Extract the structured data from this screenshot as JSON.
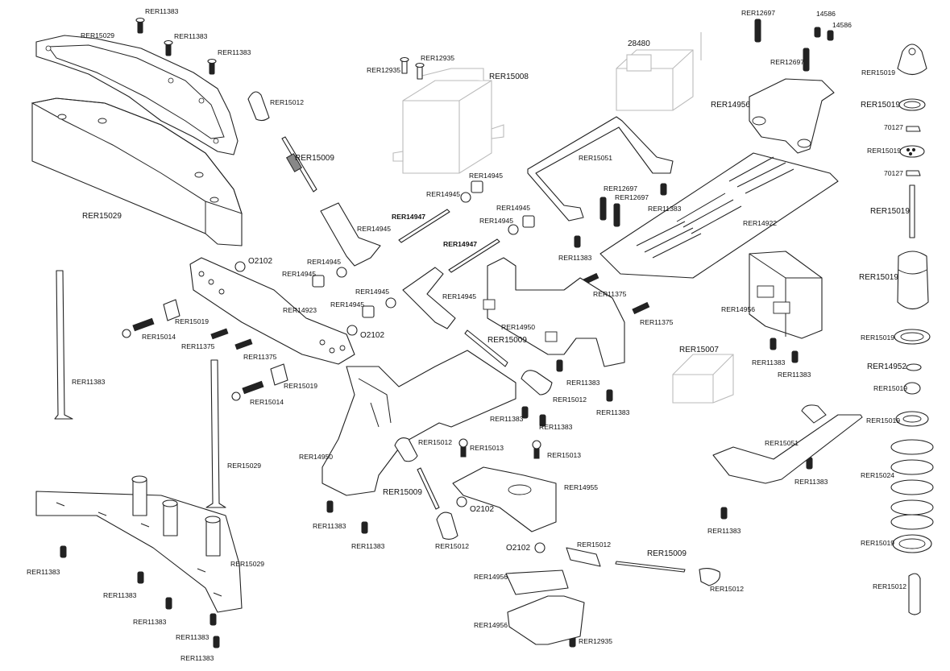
{
  "callouts": [
    {
      "text": "RER11383"
    },
    {
      "text": "RER15029"
    },
    {
      "text": "RER11383"
    },
    {
      "text": "RER11383"
    },
    {
      "text": "RER15012"
    },
    {
      "text": "RER15009"
    },
    {
      "text": "RER15029"
    },
    {
      "text": "RER12935"
    },
    {
      "text": "RER12935"
    },
    {
      "text": "RER15008"
    },
    {
      "text": "28480"
    },
    {
      "text": "RER12697"
    },
    {
      "text": "14586"
    },
    {
      "text": "14586"
    },
    {
      "text": "RER12697"
    },
    {
      "text": "RER14956"
    },
    {
      "text": "RER15051"
    },
    {
      "text": "RER14945"
    },
    {
      "text": "RER14945"
    },
    {
      "text": "RER14945"
    },
    {
      "text": "RER14945"
    },
    {
      "text": "RER14947"
    },
    {
      "text": "RER14945"
    },
    {
      "text": "RER14947"
    },
    {
      "text": "RER12697"
    },
    {
      "text": "RER12697"
    },
    {
      "text": "RER11383"
    },
    {
      "text": "RER14922"
    },
    {
      "text": "RER11383"
    },
    {
      "text": "O2102"
    },
    {
      "text": "RER14945"
    },
    {
      "text": "RER14945"
    },
    {
      "text": "RER14945"
    },
    {
      "text": "RER14945"
    },
    {
      "text": "RER14945"
    },
    {
      "text": "RER14923"
    },
    {
      "text": "O2102"
    },
    {
      "text": "RER15019"
    },
    {
      "text": "RER15014"
    },
    {
      "text": "RER11375"
    },
    {
      "text": "RER11375"
    },
    {
      "text": "RER15019"
    },
    {
      "text": "RER15014"
    },
    {
      "text": "RER11375"
    },
    {
      "text": "RER11375"
    },
    {
      "text": "RER14950"
    },
    {
      "text": "RER15009"
    },
    {
      "text": "RER14956"
    },
    {
      "text": "RER11383"
    },
    {
      "text": "RER11383"
    },
    {
      "text": "RER15007"
    },
    {
      "text": "RER11383"
    },
    {
      "text": "RER15012"
    },
    {
      "text": "RER11383"
    },
    {
      "text": "RER11383"
    },
    {
      "text": "RER11383"
    },
    {
      "text": "RER15029"
    },
    {
      "text": "RER14950"
    },
    {
      "text": "RER15012"
    },
    {
      "text": "RER15013"
    },
    {
      "text": "RER15013"
    },
    {
      "text": "RER15009"
    },
    {
      "text": "RER14955"
    },
    {
      "text": "O2102"
    },
    {
      "text": "RER15012"
    },
    {
      "text": "RER15051"
    },
    {
      "text": "RER11383"
    },
    {
      "text": "RER11383"
    },
    {
      "text": "RER11383"
    },
    {
      "text": "RER11383"
    },
    {
      "text": "RER15029"
    },
    {
      "text": "O2102"
    },
    {
      "text": "RER15012"
    },
    {
      "text": "RER15009"
    },
    {
      "text": "RER14956"
    },
    {
      "text": "RER15012"
    },
    {
      "text": "RER14956"
    },
    {
      "text": "RER12935"
    },
    {
      "text": "RER11383"
    },
    {
      "text": "RER11383"
    },
    {
      "text": "RER11383"
    },
    {
      "text": "RER11383"
    },
    {
      "text": "RER11383"
    },
    {
      "text": "RER11383"
    },
    {
      "text": "RER15019"
    },
    {
      "text": "RER15019"
    },
    {
      "text": "70127"
    },
    {
      "text": "RER15019"
    },
    {
      "text": "70127"
    },
    {
      "text": "RER15019"
    },
    {
      "text": "RER15019"
    },
    {
      "text": "RER15019"
    },
    {
      "text": "RER14952"
    },
    {
      "text": "RER15019"
    },
    {
      "text": "RER15019"
    },
    {
      "text": "RER15024"
    },
    {
      "text": "RER15019"
    },
    {
      "text": "RER15012"
    }
  ]
}
